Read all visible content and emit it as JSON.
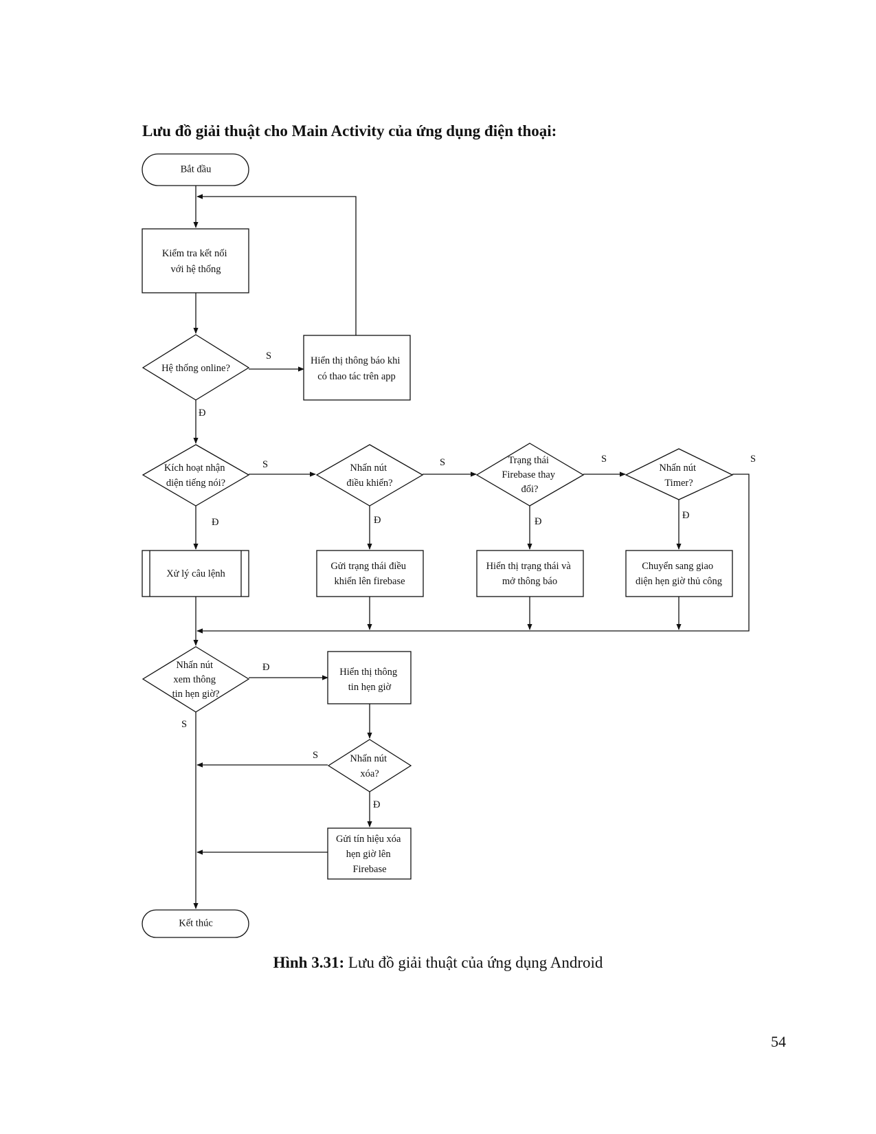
{
  "heading": "Lưu đồ giải thuật cho Main Activity của ứng dụng điện thoại:",
  "nodes": {
    "start": "Bắt đầu",
    "check_connection": [
      "Kiểm tra kết nối",
      "với hệ thống"
    ],
    "system_online": "Hệ thống online?",
    "show_notice": [
      "Hiển thị thông báo khi",
      "có thao tác trên app"
    ],
    "voice_activation": [
      "Kích hoạt nhận",
      "diện tiếng nói?"
    ],
    "process_command": "Xử lý câu lệnh",
    "press_control": [
      "Nhấn nút",
      "điều khiển?"
    ],
    "send_control_state": [
      "Gửi trạng thái điều",
      "khiển lên firebase"
    ],
    "firebase_changed": [
      "Trạng thái",
      "Firebase thay",
      "đổi?"
    ],
    "show_state_notify": [
      "Hiển thị trạng thái và",
      "mở thông báo"
    ],
    "press_timer": [
      "Nhấn nút",
      "Timer?"
    ],
    "switch_manual_timer": [
      "Chuyển sang giao",
      "diện hẹn giờ thủ công"
    ],
    "view_timer_info": [
      "Nhấn nút",
      "xem thông",
      "tin hẹn giờ?"
    ],
    "show_timer_info": [
      "Hiển thị thông",
      "tin hẹn giờ"
    ],
    "press_delete": [
      "Nhấn nút",
      "xóa?"
    ],
    "send_delete_signal": [
      "Gửi tín hiệu xóa",
      "hẹn giờ lên",
      "Firebase"
    ],
    "end": "Kết thúc"
  },
  "edge_labels": {
    "online_no": "S",
    "online_yes": "Đ",
    "voice_no": "S",
    "voice_yes": "Đ",
    "control_no": "S",
    "control_yes": "Đ",
    "firebase_no": "S",
    "firebase_yes": "Đ",
    "timer_no": "S",
    "timer_yes": "Đ",
    "view_yes": "Đ",
    "view_no": "S",
    "delete_no": "S",
    "delete_yes": "Đ"
  },
  "caption": {
    "label": "Hình 3.31:",
    "text": "Lưu đồ giải thuật của ứng dụng Android"
  },
  "page_number": "54"
}
